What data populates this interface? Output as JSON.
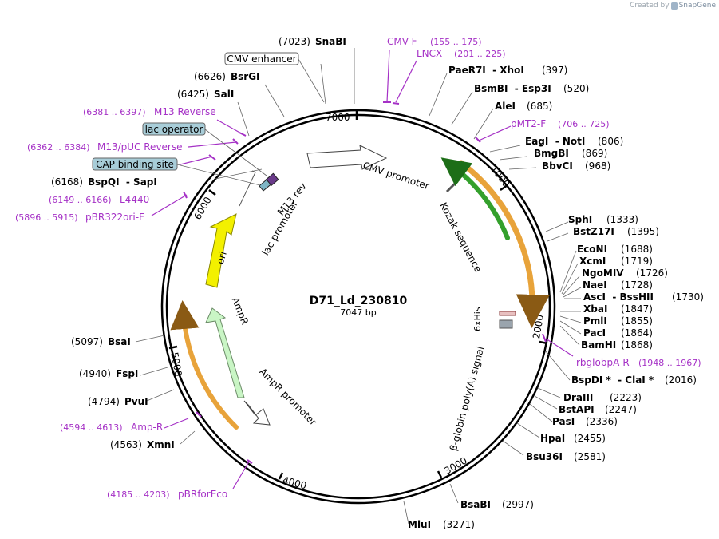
{
  "credit": {
    "prefix": "Created by",
    "brand": "SnapGene"
  },
  "plasmid": {
    "name": "D71_Ld_230810",
    "size": "7047 bp",
    "length": 7047
  },
  "ticks": [
    "1000",
    "2000",
    "3000",
    "4000",
    "5000",
    "6000",
    "7000"
  ],
  "colors": {
    "primer": "#a531c6",
    "orange": "#e8a33a",
    "green": "#34a02c",
    "yellow": "#f3f000",
    "lightgreen": "#c9f5c5",
    "box": "#a8cdd8"
  },
  "features": [
    {
      "name": "CMV promoter",
      "type": "arrow"
    },
    {
      "name": "Kozak sequence",
      "type": "small"
    },
    {
      "name": "6xHis",
      "type": "small"
    },
    {
      "name": "β-globin poly(A) signal",
      "type": "small"
    },
    {
      "name": "AmpR",
      "type": "arrow"
    },
    {
      "name": "AmpR promoter",
      "type": "arrow"
    },
    {
      "name": "ori",
      "type": "arrow"
    },
    {
      "name": "lac promoter",
      "type": "arrow"
    },
    {
      "name": "M13 rev",
      "type": "small"
    }
  ],
  "boxed_labels": [
    "CMV enhancer",
    "lac operator",
    "CAP binding site"
  ],
  "sites": [
    {
      "name": "SnaBI",
      "pos": "(7023)"
    },
    {
      "name": "BsrGI",
      "pos": "(6626)"
    },
    {
      "name": "SalI",
      "pos": "(6425)"
    },
    {
      "name": "BspQI  - SapI",
      "pos": "(6168)"
    },
    {
      "name": "PaeR7I  - XhoI",
      "pos": "(397)"
    },
    {
      "name": "BsmBI  - Esp3I",
      "pos": "(520)"
    },
    {
      "name": "AleI",
      "pos": "(685)"
    },
    {
      "name": "EagI  - NotI",
      "pos": "(806)"
    },
    {
      "name": "BmgBI",
      "pos": "(869)"
    },
    {
      "name": "BbvCI",
      "pos": "(968)"
    },
    {
      "name": "SphI",
      "pos": "(1333)"
    },
    {
      "name": "BstZ17I",
      "pos": "(1395)"
    },
    {
      "name": "EcoNI",
      "pos": "(1688)"
    },
    {
      "name": "XcmI",
      "pos": "(1719)"
    },
    {
      "name": "NgoMIV",
      "pos": "(1726)"
    },
    {
      "name": "NaeI",
      "pos": "(1728)"
    },
    {
      "name": "AscI  - BssHII",
      "pos": "(1730)"
    },
    {
      "name": "XbaI",
      "pos": "(1847)"
    },
    {
      "name": "PmlI",
      "pos": "(1855)"
    },
    {
      "name": "PacI",
      "pos": "(1864)"
    },
    {
      "name": "BamHI",
      "pos": "(1868)"
    },
    {
      "name": "BspDI *  - ClaI *",
      "pos": "(2016)"
    },
    {
      "name": "DraIII",
      "pos": "(2223)"
    },
    {
      "name": "BstAPI",
      "pos": "(2247)"
    },
    {
      "name": "PasI",
      "pos": "(2336)"
    },
    {
      "name": "HpaI",
      "pos": "(2455)"
    },
    {
      "name": "Bsu36I",
      "pos": "(2581)"
    },
    {
      "name": "BsaBI",
      "pos": "(2997)"
    },
    {
      "name": "MluI",
      "pos": "(3271)"
    },
    {
      "name": "BsaI",
      "pos": "(5097)"
    },
    {
      "name": "FspI",
      "pos": "(4940)"
    },
    {
      "name": "PvuI",
      "pos": "(4794)"
    },
    {
      "name": "XmnI",
      "pos": "(4563)"
    }
  ],
  "primers": [
    {
      "name": "CMV-F",
      "range": "(155 .. 175)"
    },
    {
      "name": "LNCX",
      "range": "(201 .. 225)"
    },
    {
      "name": "pMT2-F",
      "range": "(706 .. 725)"
    },
    {
      "name": "rbglobpA-R",
      "range": "(1948 .. 1967)"
    },
    {
      "name": "M13 Reverse",
      "range": "(6381 .. 6397)"
    },
    {
      "name": "M13/pUC Reverse",
      "range": "(6362 .. 6384)"
    },
    {
      "name": "L4440",
      "range": "(6149 .. 6166)"
    },
    {
      "name": "pBR322ori-F",
      "range": "(5896 .. 5915)"
    },
    {
      "name": "Amp-R",
      "range": "(4594 .. 4613)"
    },
    {
      "name": "pBRforEco",
      "range": "(4185 .. 4203)"
    }
  ]
}
